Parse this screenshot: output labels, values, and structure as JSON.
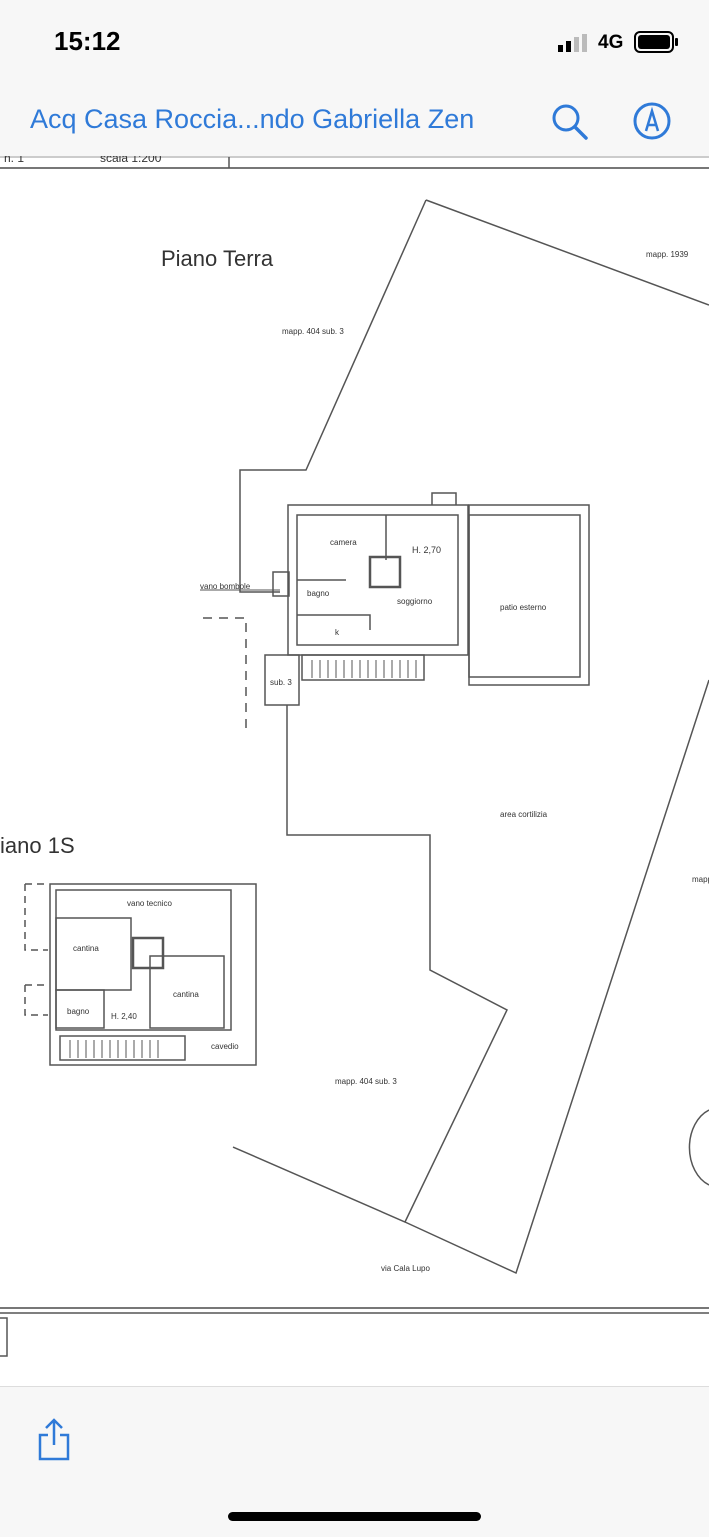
{
  "status_bar": {
    "time": "15:12",
    "network": "4G",
    "battery_level": 1.0
  },
  "nav": {
    "title": "Acq Casa Roccia...ndo Gabriella Zen",
    "search_icon": "search-icon",
    "markup_icon": "markup-pen-icon"
  },
  "document": {
    "header_strip": {
      "sheet": "n. 1",
      "scale": "scala 1:200"
    },
    "ground_floor": {
      "title": "Piano Terra",
      "rooms": [
        "camera",
        "H. 2,70",
        "bagno",
        "soggiorno",
        "k",
        "patio esterno",
        "vano bombole",
        "sub. 3"
      ]
    },
    "basement": {
      "title": "iano 1S",
      "rooms": [
        "vano tecnico",
        "cantina",
        "cantina",
        "bagno",
        "H. 2,40",
        "cavedio"
      ]
    },
    "labels": {
      "mapp_1939": "mapp. 1939",
      "mapp_404_top": "mapp. 404 sub. 3",
      "area": "area cortilizia",
      "mapp_right": "mapp",
      "mapp_404_bottom": "mapp. 404 sub. 3",
      "street": "via Cala Lupo"
    }
  },
  "toolbar": {
    "share_icon": "share-icon"
  },
  "colors": {
    "accent": "#2f7ad8",
    "line": "#555555"
  }
}
